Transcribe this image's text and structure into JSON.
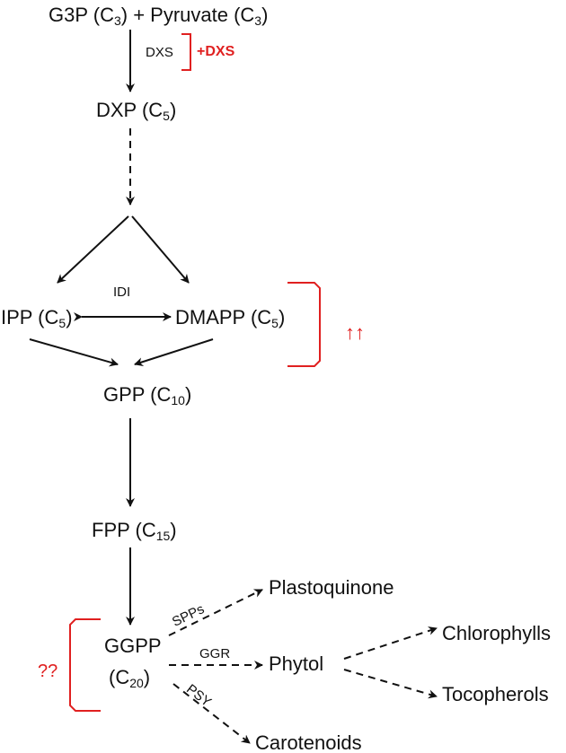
{
  "nodes": {
    "g3p": {
      "text": "G3P (C",
      "sub": "3",
      "close": ")"
    },
    "plus": {
      "text": " + Pyruvate (C",
      "sub": "3",
      "close": ")"
    },
    "dxp": {
      "text": "DXP (C",
      "sub": "5",
      "close": ")"
    },
    "ipp": {
      "text": "IPP (C",
      "sub": "5",
      "close": ")"
    },
    "dmapp": {
      "text": "DMAPP (C",
      "sub": "5",
      "close": ")"
    },
    "gpp": {
      "text": "GPP (C",
      "sub": "10",
      "close": ")"
    },
    "fpp": {
      "text": "FPP (C",
      "sub": "15",
      "close": ")"
    },
    "ggpp": {
      "text": "GGPP"
    },
    "ggpp2": {
      "text": "(C",
      "sub": "20",
      "close": ")"
    },
    "plastoquinone": {
      "text": "Plastoquinone"
    },
    "phytol": {
      "text": "Phytol"
    },
    "chlorophylls": {
      "text": "Chlorophylls"
    },
    "tocopherols": {
      "text": "Tocopherols"
    },
    "carotenoids": {
      "text": "Carotenoids"
    }
  },
  "enzymes": {
    "dxs": "DXS",
    "idi": "IDI",
    "spps": "SPPs",
    "ggr": "GGR",
    "psy": "PSY"
  },
  "annotations": {
    "plus_dxs": "+DXS",
    "up_arrows": "↑↑",
    "question": "??"
  },
  "colors": {
    "ink": "#111111",
    "red": "#e02020"
  }
}
